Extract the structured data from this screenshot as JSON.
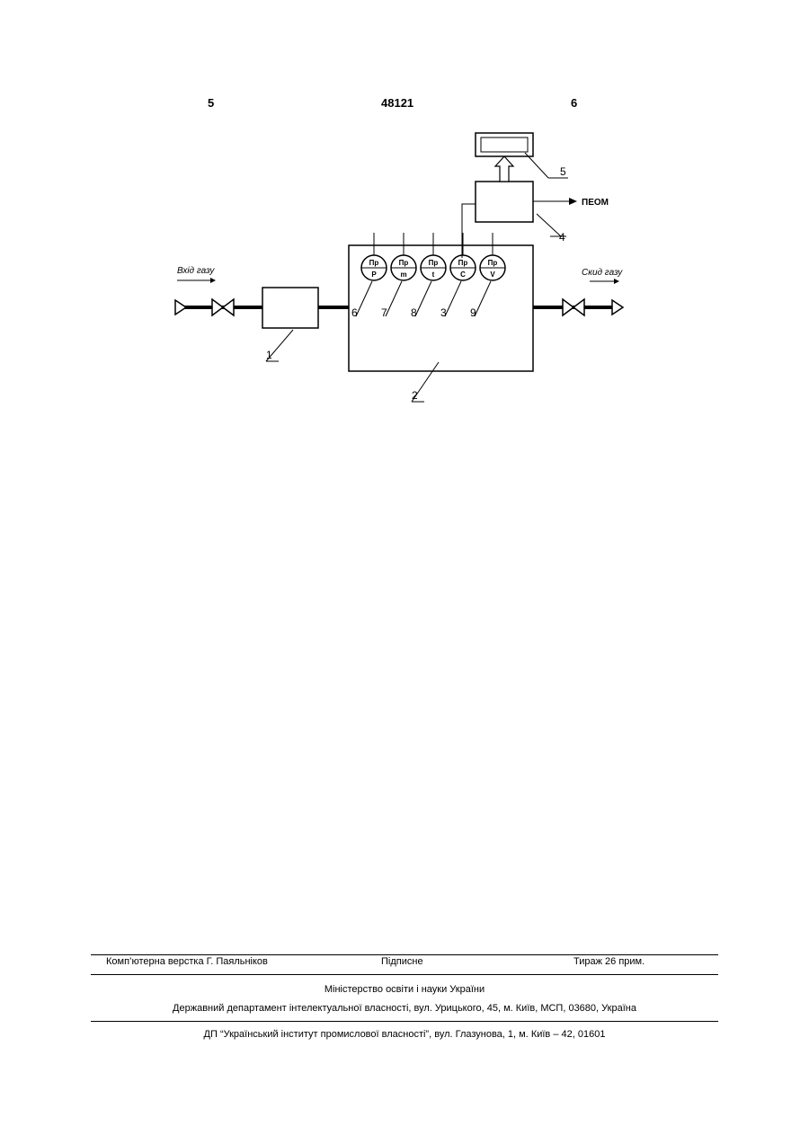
{
  "header": {
    "left_page": "5",
    "patent_number": "48121",
    "right_page": "6"
  },
  "diagram": {
    "inlet_label": "Вхід газу",
    "outlet_label": "Скид газу",
    "computer_label": "ПЕОМ",
    "sensor_top_label": "Пр",
    "sensors": [
      {
        "symbol": "P",
        "number": "6"
      },
      {
        "symbol": "m",
        "number": "7"
      },
      {
        "symbol": "t",
        "number": "8"
      },
      {
        "symbol": "C",
        "number": "3"
      },
      {
        "symbol": "V",
        "number": "9"
      }
    ],
    "callouts": {
      "block1": "1",
      "chamber": "2",
      "processor": "4",
      "display": "5"
    }
  },
  "footer": {
    "typesetting": "Комп’ютерна верстка Г. Паяльніков",
    "subscription": "Підписне",
    "print_run": "Тираж 26 прим.",
    "ministry": "Міністерство освіти і науки України",
    "department": "Державний департамент інтелектуальної власності, вул. Урицького, 45, м. Київ, МСП, 03680, Україна",
    "institute": "ДП “Український інститут промислової власності”, вул. Глазунова, 1, м. Київ – 42, 01601"
  }
}
